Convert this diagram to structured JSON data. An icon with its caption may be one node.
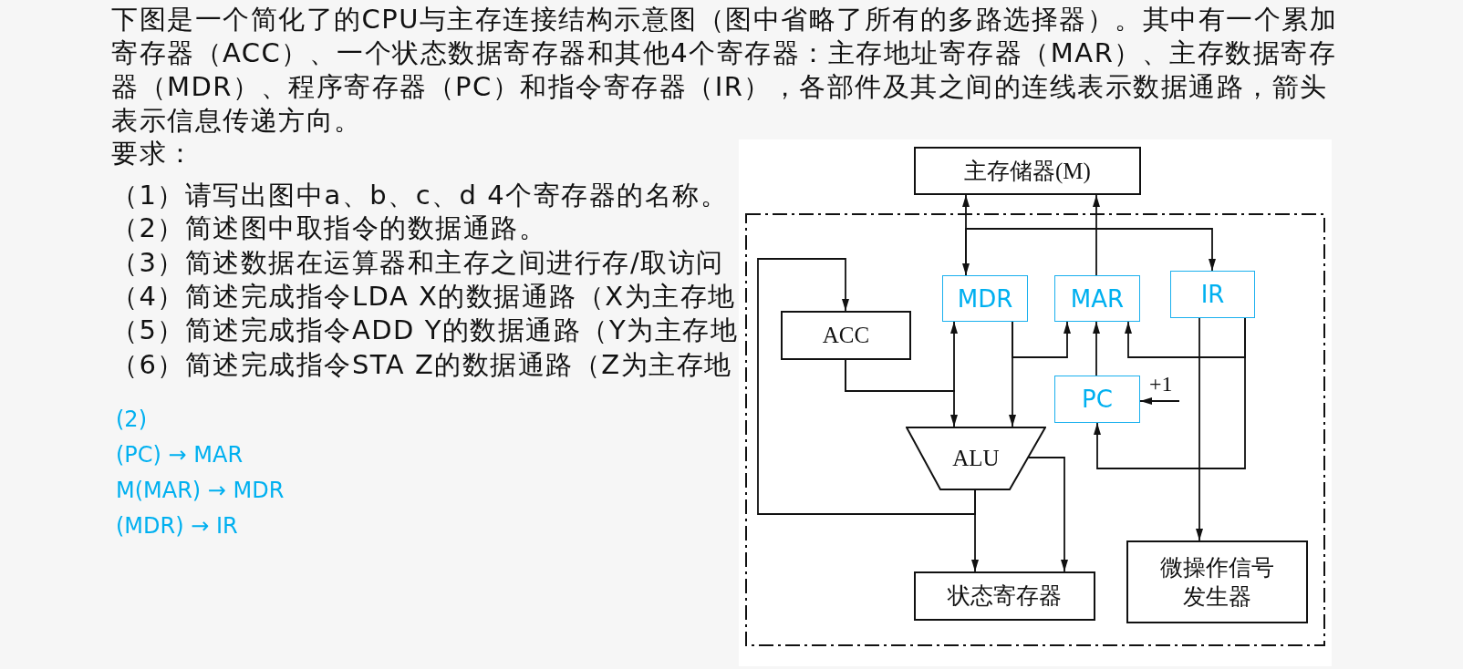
{
  "diagram": {
    "nodes": [
      {
        "text": [
          "主存储器(M)"
        ]
      },
      {
        "text": [],
        "shape": "box"
      },
      {
        "text": [
          "MDR"
        ],
        "in": 1
      },
      {
        "text": [
          "MAR"
        ],
        "in": 1
      },
      {
        "text": [
          "IR"
        ],
        "in": 1
      },
      {
        "text": [
          "ACC"
        ],
        "in": 1
      },
      {
        "text": [
          "PC"
        ],
        "in": 1
      },
      {
        "text": [
          "ALU"
        ],
        "in": 1
      },
      {
        "text": [
          "状态寄存器"
        ],
        "in": 1
      },
      {
        "text": [
          "微操作信号发生器"
        ],
        "in": 1
      }
    ],
    "edges": [
      {
        "from": 0,
        "to": 2,
        "arrow": "both"
      },
      {
        "from": 2,
        "to": 4,
        "arrow": "to"
      },
      {
        "from": 3,
        "to": 0,
        "arrow": "to"
      },
      {
        "from": 7,
        "to": 5,
        "arrow": "to"
      },
      {
        "from": 5,
        "to": 7,
        "arrow": "to"
      },
      {
        "from": 5,
        "to": 2,
        "arrow": "to"
      },
      {
        "from": 2,
        "to": 7,
        "arrow": "to"
      },
      {
        "from": 2,
        "to": 3,
        "arrow": "to"
      },
      {
        "from": 6,
        "to": 3,
        "arrow": "to"
      },
      {
        "from": 4,
        "to": 3,
        "arrow": "to"
      },
      {
        "from": 4,
        "to": 6,
        "arrow": "to"
      },
      {
        "from": 4,
        "to": 9,
        "arrow": "to"
      },
      {
        "from": null,
        "to": 6,
        "arrow": "to",
        "label": "+1"
      },
      {
        "from": 7,
        "to": 8,
        "arrow": "to"
      },
      {
        "from": 7,
        "to": 8,
        "arrow": "to"
      }
    ],
    "labels": [
      "下图是一个简化了的CPU与主存连接结构示意图（图中省略了所有的多路选择器）。其中有一个累加寄存器（ACC）、一个状态数据寄存器和其他4个寄存器：主存地址寄存器（MAR）、主存数据寄存器（MDR）、程序寄存器（PC）和指令寄存器（IR），各部件及其之间的连线表示数据通路，箭头表示信息传递方向。",
      "要求：",
      "（1）请写出图中a、b、c、d 4个寄存器的名称。",
      "（2）简述图中取指令的数据通路。",
      "（3）简述数据在运算器和主存之间进行存/取访问",
      "（4）简述完成指令LDA X的数据通路（X为主存地",
      "（5）简述完成指令ADD Y的数据通路（Y为主存地",
      "（6）简述完成指令STA Z的数据通路（Z为主存地",
      "(2)",
      "(PC) → MAR",
      "M(MAR) → MDR",
      "(MDR) → IR"
    ]
  }
}
